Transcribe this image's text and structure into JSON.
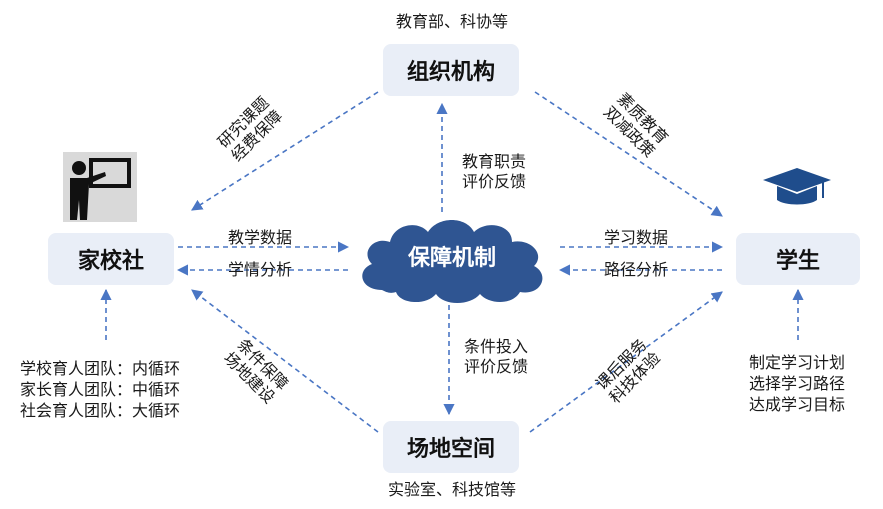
{
  "nodes": {
    "org": {
      "label": "组织机构",
      "caption": "教育部、科协等"
    },
    "venue": {
      "label": "场地空间",
      "caption": "实验室、科技馆等"
    },
    "school": {
      "label": "家校社"
    },
    "student": {
      "label": "学生"
    },
    "center": {
      "label": "保障机制"
    }
  },
  "edges": {
    "org_to_school": [
      "研究课题",
      "经费保障"
    ],
    "org_to_student": [
      "素质教育",
      "双减政策"
    ],
    "venue_to_school": [
      "条件保障",
      "场地建设"
    ],
    "venue_to_student": [
      "课后服务",
      "科技体验"
    ],
    "center_to_org": [
      "教育职责",
      "评价反馈"
    ],
    "center_to_venue": [
      "条件投入",
      "评价反馈"
    ],
    "school_center": [
      "教学数据",
      "学情分析"
    ],
    "student_center": [
      "学习数据",
      "路径分析"
    ]
  },
  "school_teams": [
    "学校育人团队：内循环",
    "家长育人团队：中循环",
    "社会育人团队：大循环"
  ],
  "student_goals": [
    "制定学习计划",
    "选择学习路径",
    "达成学习目标"
  ],
  "icons": {
    "teacher": "teacher-icon",
    "cap": "graduation-cap-icon"
  },
  "colors": {
    "arrow": "#4a76c4",
    "box": "#e9eef7",
    "cloud": "#2f5592"
  }
}
